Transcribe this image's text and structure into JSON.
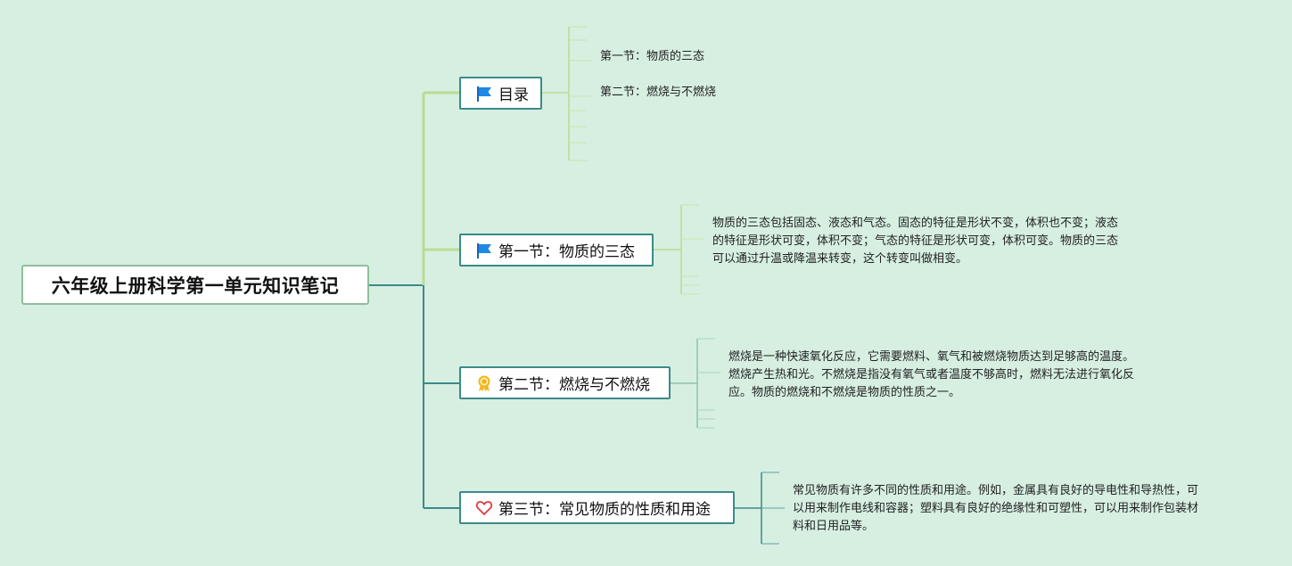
{
  "root": {
    "title": "六年级上册科学第一单元知识笔记"
  },
  "branches": [
    {
      "label": "目录",
      "icon": "blue-flag-icon",
      "children": [
        "第一节：物质的三态",
        "第二节：燃烧与不燃烧"
      ]
    },
    {
      "label": "第一节：物质的三态",
      "icon": "blue-flag-icon",
      "lines": [
        "物质的三态包括固态、液态和气态。固态的特征是形状不变，体积也不变；液态",
        "的特征是形状可变，体积不变；气态的特征是形状可变，体积可变。物质的三态",
        "可以通过升温或降温来转变，这个转变叫做相变。"
      ]
    },
    {
      "label": "第二节：燃烧与不燃烧",
      "icon": "award-ribbon-icon",
      "lines": [
        "燃烧是一种快速氧化反应，它需要燃料、氧气和被燃烧物质达到足够高的温度。",
        "燃烧产生热和光。不燃烧是指没有氧气或者温度不够高时，燃料无法进行氧化反",
        "应。物质的燃烧和不燃烧是物质的性质之一。"
      ]
    },
    {
      "label": "第三节：常见物质的性质和用途",
      "icon": "heart-icon",
      "lines": [
        "常见物质有许多不同的性质和用途。例如，金属具有良好的导电性和导热性，可",
        "以用来制作电线和容器；塑料具有良好的绝缘性和可塑性，可以用来制作包装材",
        "料和日用品等。"
      ]
    }
  ],
  "colors": {
    "background": "#d6efe1",
    "root_border": "#8ebf9a",
    "node_border": "#3b8a8a",
    "light_connector": "#b9dc94",
    "dark_connector": "#3b8a8a",
    "flag_blue": "#1e88e5",
    "award_gold": "#f2b418",
    "heart_red": "#e03a3a"
  }
}
